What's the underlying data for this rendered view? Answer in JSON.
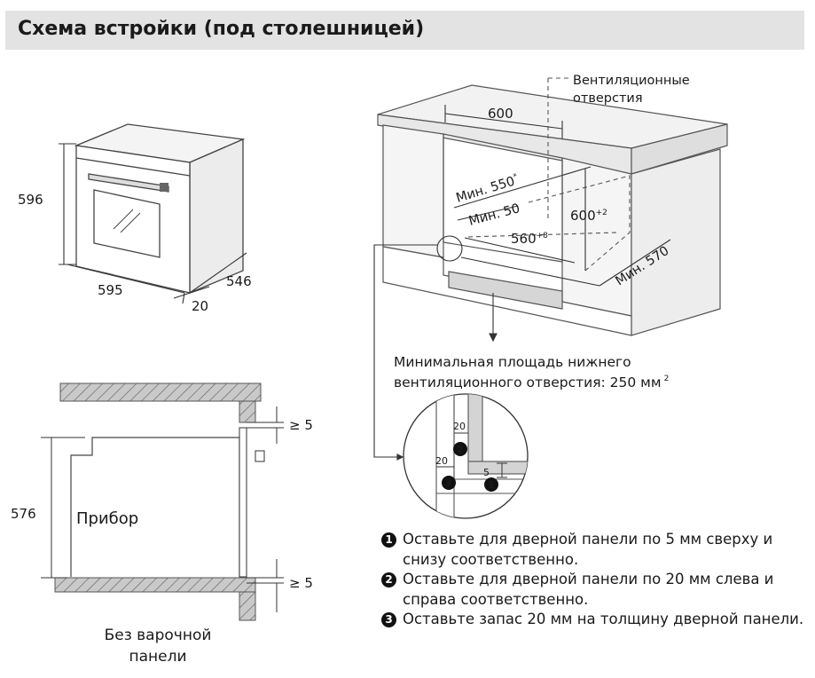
{
  "title": "Схема встройки (под столешницей)",
  "oven": {
    "height": "596",
    "width": "595",
    "depth": "546",
    "door_offset": "20"
  },
  "cabinet": {
    "vent_label_line1": "Вентиляционные",
    "vent_label_line2": "отверстия",
    "width": "600",
    "min_depth": "Мин. 550",
    "min_depth_note": "*",
    "min_gap": "Мин. 50",
    "height": "600",
    "height_tol": "+2",
    "inner_width": "560",
    "inner_width_tol": "+8",
    "min_total_depth": "Мин. 570"
  },
  "vent_area": {
    "line1": "Минимальная площадь нижнего",
    "line2": "вентиляционного отверстия: 250 мм",
    "sup": "2"
  },
  "side": {
    "height": "576",
    "device_label": "Прибор",
    "gap_top": "≥ 5",
    "gap_bottom": "≥ 5",
    "caption_line1": "Без варочной",
    "caption_line2": "панели"
  },
  "detail": {
    "dim_a": "20",
    "dim_b": "20",
    "dim_c": "5",
    "marker_1": "1",
    "marker_2": "2",
    "marker_3": "3"
  },
  "notes": [
    {
      "marker": "1",
      "text": "Оставьте для дверной панели по 5 мм сверху и снизу соответственно."
    },
    {
      "marker": "2",
      "text": "Оставьте для дверной панели по 20 мм слева и справа соответственно."
    },
    {
      "marker": "3",
      "text": "Оставьте запас 20 мм на толщину дверной панели."
    }
  ]
}
